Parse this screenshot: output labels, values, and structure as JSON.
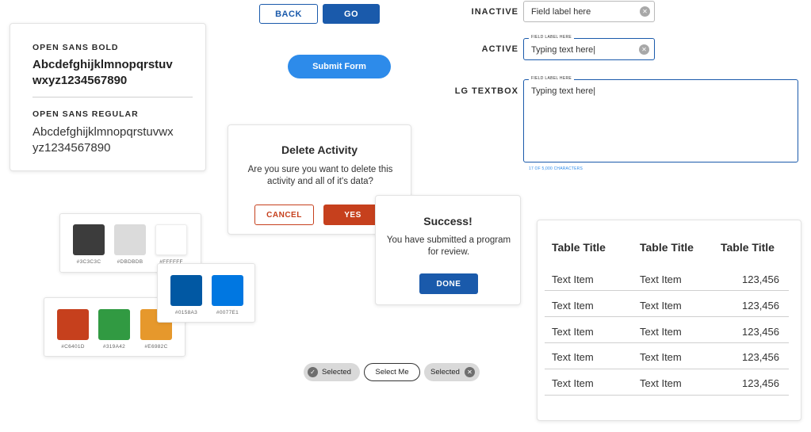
{
  "buttons": {
    "back": "BACK",
    "go": "GO",
    "submit": "Submit Form"
  },
  "typography": {
    "bold_label": "OPEN SANS BOLD",
    "bold_sample": "Abcdefghijklmnopqrstuv wxyz1234567890",
    "regular_label": "OPEN SANS REGULAR",
    "regular_sample": "Abcdefghijklmnopqrstuvwx yz1234567890"
  },
  "dialog": {
    "title": "Delete Activity",
    "body": "Are you sure you want to delete this activity and all of it's data?",
    "cancel": "CANCEL",
    "confirm": "YES"
  },
  "success": {
    "title": "Success!",
    "body": "You have submitted a program for review.",
    "done": "DONE"
  },
  "palette": {
    "neutrals": [
      {
        "color": "#3C3C3C",
        "label": "#3C3C3C"
      },
      {
        "color": "#DBDBDB",
        "label": "#DBDBDB"
      },
      {
        "color": "#FFFFFF",
        "label": "#FFFFFF"
      }
    ],
    "blues": [
      {
        "color": "#0158A3",
        "label": "#0158A3"
      },
      {
        "color": "#0077E1",
        "label": "#0077E1"
      }
    ],
    "accents": [
      {
        "color": "#C6401D",
        "label": "#C6401D"
      },
      {
        "color": "#319A42",
        "label": "#319A42"
      },
      {
        "color": "#E6982C",
        "label": "#E6982C"
      }
    ]
  },
  "chips": {
    "selected_left": "Selected",
    "select_me": "Select Me",
    "selected_right": "Selected"
  },
  "fields": {
    "inactive_label": "INACTIVE",
    "inactive_value": "Field label here",
    "active_label": "ACTIVE",
    "active_floating": "FIELD LABEL HERE",
    "active_value": "Typing text here|",
    "textbox_label": "LG TEXTBOX",
    "textbox_floating": "FIELD LABEL HERE",
    "textbox_value": "Typing text here|",
    "char_count": "17 OF 5,000 CHARACTERS"
  },
  "table": {
    "headers": [
      "Table Title",
      "Table Title",
      "Table Title"
    ],
    "rows": [
      [
        "Text Item",
        "Text Item",
        "123,456"
      ],
      [
        "Text Item",
        "Text Item",
        "123,456"
      ],
      [
        "Text Item",
        "Text Item",
        "123,456"
      ],
      [
        "Text Item",
        "Text Item",
        "123,456"
      ],
      [
        "Text Item",
        "Text Item",
        "123,456"
      ]
    ]
  },
  "colors": {
    "primary": "#1A5AAB",
    "bright_blue": "#2D8BEA",
    "danger": "#C6401D"
  }
}
